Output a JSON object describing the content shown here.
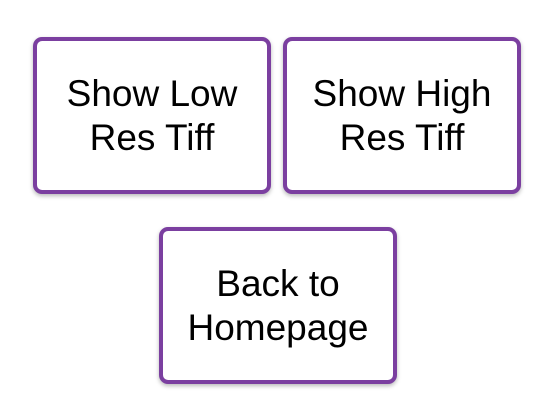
{
  "buttons": {
    "show_low_res": "Show Low Res Tiff",
    "show_high_res": "Show High Res Tiff",
    "back_home": "Back to Homepage"
  },
  "colors": {
    "button_border": "#7b3fa0",
    "button_background": "#ffffff",
    "text": "#000000",
    "page_background": "#ffffff"
  }
}
